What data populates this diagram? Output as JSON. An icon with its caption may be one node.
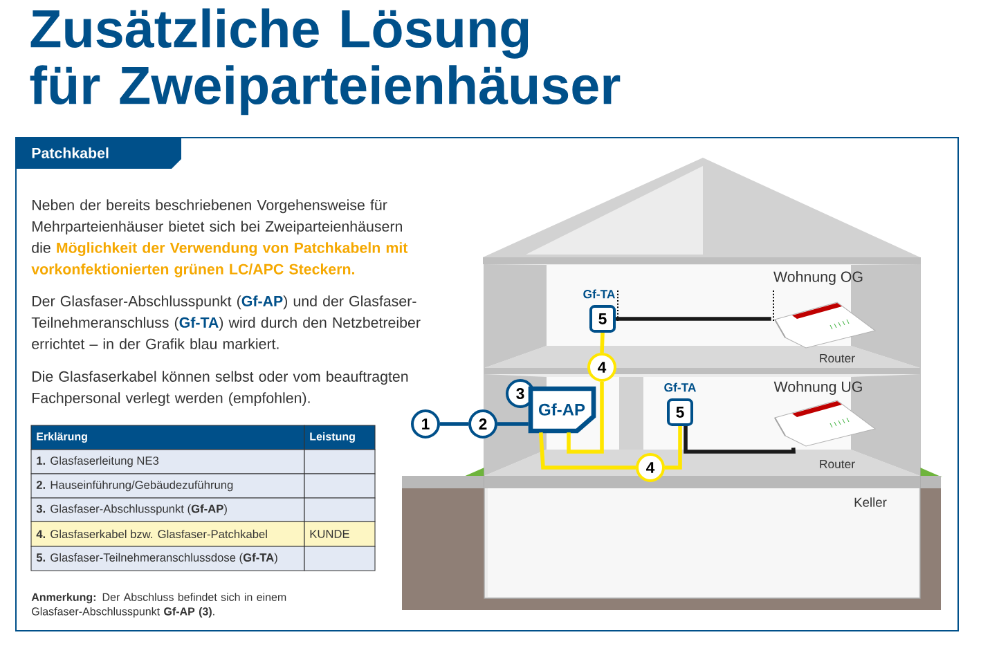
{
  "diagram": {
    "title": "Zusätzliche Lösung für Zweiparteienhäuser",
    "nodes": [
      {
        "text": [
          "1"
        ]
      },
      {
        "text": [
          "2"
        ]
      },
      {
        "text": [
          "3"
        ]
      },
      {
        "text": [
          "Gf-AP"
        ]
      },
      {
        "text": [
          "5"
        ],
        "beside": [
          "Gf-TA"
        ]
      },
      {
        "text": [
          "4"
        ]
      },
      {
        "text": [
          "5"
        ],
        "beside": [
          "Gf-TA"
        ]
      },
      {
        "text": [
          "4"
        ]
      },
      {
        "text": [],
        "shape": "picture",
        "beside": [
          "Router"
        ]
      },
      {
        "text": [],
        "shape": "picture",
        "beside": [
          "Router"
        ]
      }
    ],
    "edges": [
      {
        "from": 0,
        "to": 1,
        "arrow": "none",
        "color": "#00508a"
      },
      {
        "from": 1,
        "to": 3,
        "arrow": "none",
        "color": "#00508a"
      },
      {
        "from": 3,
        "to": 5,
        "arrow": "none"
      },
      {
        "from": 5,
        "to": 4,
        "arrow": "none"
      },
      {
        "from": 3,
        "to": 7,
        "arrow": "none"
      },
      {
        "from": 7,
        "to": 6,
        "arrow": "none"
      },
      {
        "from": 4,
        "to": 8,
        "arrow": "none",
        "color": "#1a1a1a"
      },
      {
        "from": 6,
        "to": 9,
        "arrow": "none",
        "color": "#1a1a1a"
      }
    ],
    "labels": [
      "Patchkabel",
      "Neben der bereits beschriebenen Vorgehensweise für Mehrparteienhäuser bietet sich bei Zweiparteienhäusern die **Möglichkeit der Verwendung von Patchkabeln mit vorkonfektionierten grünen LC/APC Steckern.**",
      "Der Glasfaser-Abschlusspunkt (**Gf-AP**) und der Glasfaser-Teilnehmeranschluss (**Gf-TA**) wird durch den Netzbetreiber errichtet – in der Grafik blau markiert.",
      "Die Glasfaserkabel können selbst oder vom beauftragten Fachpersonal verlegt werden (empfohlen).",
      "Erklärung",
      "Leistung",
      "**1.** Glasfaserleitung NE3",
      "**2.** Hauseinführung/Gebäudezuführung",
      "**3.** Glasfaser-Abschlusspunkt (**Gf-AP**)",
      "**4.** Glasfaserkabel bzw. Glasfaser-Patchkabel",
      "KUNDE",
      "**5.** Glasfaser-Teilnehmeranschlussdose (**Gf-TA**)",
      "**Anmerkung:** Der Abschluss befindet sich in einem Glasfaser-Abschlusspunkt **Gf-AP** **(3)**.",
      "Wohnung OG",
      "Wohnung UG",
      "Keller"
    ]
  }
}
